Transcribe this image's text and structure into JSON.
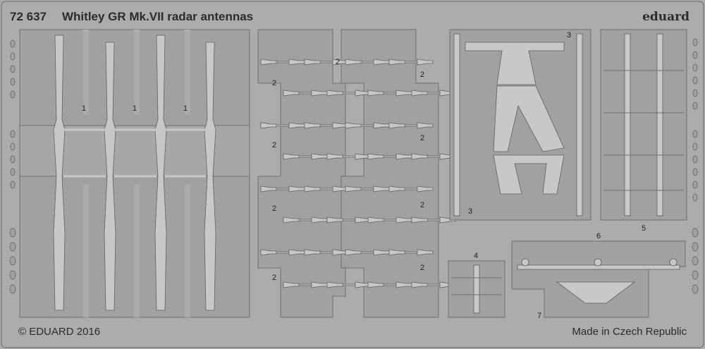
{
  "header": {
    "code": "72 637",
    "title": "Whitley GR Mk.VII radar antennas",
    "brand": "eduard"
  },
  "footer": {
    "copyright": "© EDUARD 2016",
    "made_in": "Made in Czech Republic"
  },
  "part_numbers": {
    "p1": "1",
    "p2": "2",
    "p3": "3",
    "p4": "4",
    "p5": "5",
    "p6": "6",
    "p7": "7"
  },
  "colors": {
    "fret": "#a9abac",
    "panel": "#9c9e9f",
    "edge": "#6f7173",
    "part": "#c4c6c7",
    "text": "#2a2c2e"
  }
}
